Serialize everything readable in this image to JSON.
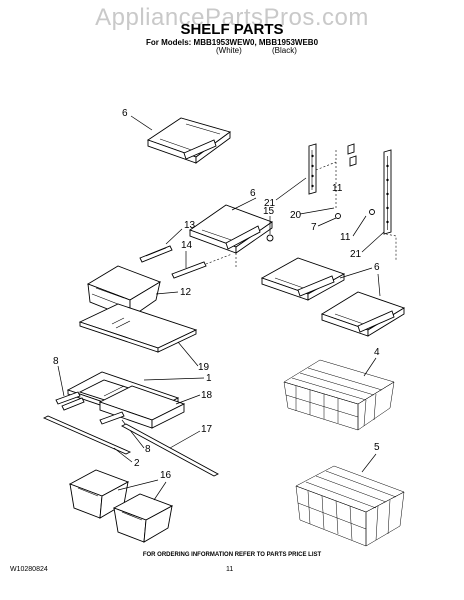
{
  "watermark": "AppliancePartsPros.com",
  "title": "SHELF PARTS",
  "models": "For Models: MBB1953WEW0, MBB1953WEB0",
  "variant_white": "(White)",
  "variant_black": "(Black)",
  "footer_note": "FOR ORDERING INFORMATION REFER TO PARTS PRICE LIST",
  "doc_number": "W10280824",
  "page_number": "11",
  "callouts": {
    "c1": "1",
    "c2": "2",
    "c4": "4",
    "c5": "5",
    "c6a": "6",
    "c6b": "6",
    "c6c": "6",
    "c7": "7",
    "c8a": "8",
    "c8b": "8",
    "c11a": "11",
    "c11b": "11",
    "c12": "12",
    "c13": "13",
    "c14": "14",
    "c15": "15",
    "c16": "16",
    "c17": "17",
    "c18": "18",
    "c19": "19",
    "c20": "20",
    "c21a": "21",
    "c21b": "21"
  }
}
